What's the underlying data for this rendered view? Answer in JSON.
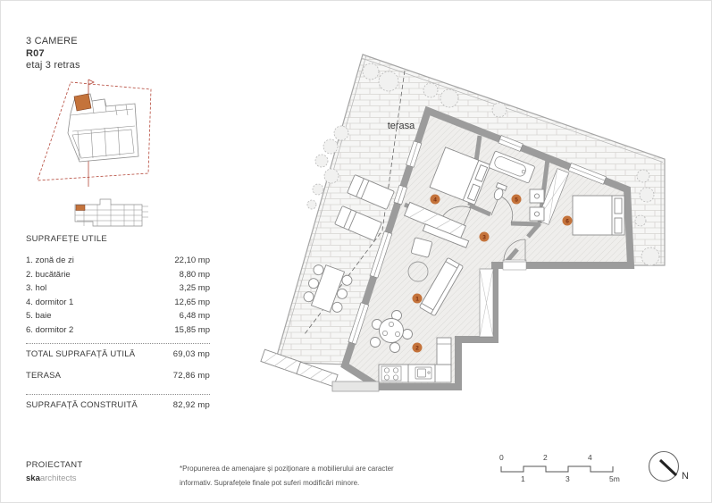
{
  "header": {
    "title": "3 CAMERE",
    "unit": "R07",
    "floor": "etaj 3 retras"
  },
  "areas": {
    "heading": "SUPRAFEȚE UTILE",
    "rooms": [
      {
        "label": "1. zonă de zi",
        "value": "22,10 mp"
      },
      {
        "label": "2. bucătărie",
        "value": "8,80 mp"
      },
      {
        "label": "3. hol",
        "value": "3,25 mp"
      },
      {
        "label": "4. dormitor 1",
        "value": "12,65 mp"
      },
      {
        "label": "5. baie",
        "value": "6,48 mp"
      },
      {
        "label": "6. dormitor 2",
        "value": "15,85 mp"
      }
    ],
    "totals": [
      {
        "label": "TOTAL SUPRAFAȚĂ UTILĂ",
        "value": "69,03 mp"
      },
      {
        "label": "TERASA",
        "value": "72,86 mp"
      },
      {
        "label": "SUPRAFAȚĂ CONSTRUITĂ",
        "value": "82,92 mp"
      }
    ]
  },
  "plan": {
    "terrace_label": "terasa",
    "markers": [
      "1",
      "2",
      "3",
      "4",
      "5",
      "6"
    ],
    "north_label": "N"
  },
  "scalebar": {
    "top": [
      "0",
      "2",
      "4"
    ],
    "bottom": [
      "1",
      "3",
      "5m"
    ]
  },
  "footer": {
    "proiectant": "PROIECTANT",
    "brand_bold": "ska",
    "brand_rest": "architects",
    "note_line1": "*Propunerea de amenajare și poziționare a mobilierului are caracter",
    "note_line2": "informativ. Suprafețele finale pot suferi modificări minore."
  },
  "colors": {
    "accent": "#c4733b",
    "marker_text": "#7b2f10",
    "wall": "#9c9c9c",
    "boundary_red": "#b5493b"
  }
}
